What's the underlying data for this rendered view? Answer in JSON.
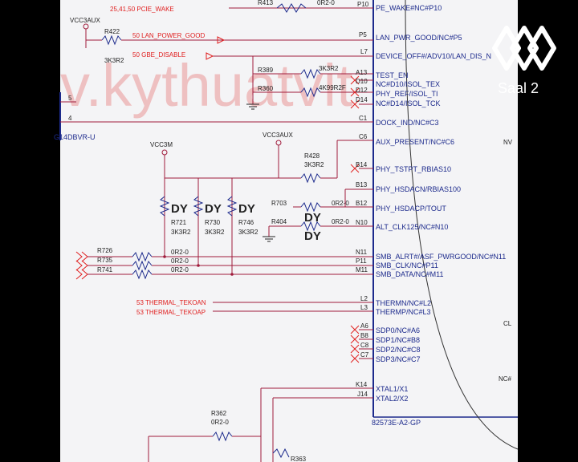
{
  "watermark": "v.kythuatvit",
  "channel": {
    "label": "Saal 2"
  },
  "colors": {
    "red_net": "#e02020",
    "pin": "#1c2a8c",
    "wire": "#a01c3c",
    "bg": "#f4f4f6"
  },
  "power": {
    "vcc3aux_1": "VCC3AUX",
    "vcc3aux_2": "VCC3AUX",
    "vcc3m": "VCC3M"
  },
  "left_part": {
    "ref": "G14DBVR-U",
    "pin5": "5",
    "pin4": "4"
  },
  "nets": {
    "pcie_wake": "25,41,50  PCIE_WAKE",
    "lan_power_good": "50  LAN_POWER_GOOD",
    "gbe_disable": "50  GBE_DISABLE",
    "thermal_tekoan": "53  THERMAL_TEKOAN",
    "thermal_tekoap": "53  THERMAL_TEKOAP"
  },
  "resistors": {
    "r413": {
      "ref": "R413",
      "val": "0R2-0"
    },
    "r422": {
      "ref": "R422",
      "val": "3K3R2"
    },
    "r389": {
      "ref": "R389",
      "val": "3K3R2"
    },
    "r360": {
      "ref": "R360",
      "val": "4K99R2F"
    },
    "r428": {
      "ref": "R428",
      "val": "3K3R2"
    },
    "r703": {
      "ref": "R703",
      "val": "0R2-0"
    },
    "r404": {
      "ref": "R404",
      "val": "0R2-0"
    },
    "r721": {
      "ref": "R721",
      "val": "3K3R2"
    },
    "r730": {
      "ref": "R730",
      "val": "3K3R2"
    },
    "r746": {
      "ref": "R746",
      "val": "3K3R2"
    },
    "r726": {
      "ref": "R726",
      "val": "0R2-0"
    },
    "r735": {
      "ref": "R735",
      "val": "0R2-0"
    },
    "r741": {
      "ref": "R741",
      "val": "0R2-0"
    },
    "r362": {
      "ref": "R362",
      "val": "0R2-0"
    },
    "r363": {
      "ref": "R363",
      "val": ""
    }
  },
  "dy_marks": [
    "DY",
    "DY",
    "DY",
    "DY",
    "DY"
  ],
  "pins": {
    "p10": {
      "num": "P10",
      "name": "PE_WAKE#NC#P10"
    },
    "p5": {
      "num": "P5",
      "name": "LAN_PWR_GOOD/NC#P5"
    },
    "l7": {
      "num": "L7",
      "name": "DEVICE_OFF#/ADV10/LAN_DIS_N"
    },
    "a13": {
      "num": "A13",
      "name": "TEST_EN"
    },
    "d10": {
      "num": "D10",
      "name": "NC#D10/ISOL_TEX"
    },
    "d12": {
      "num": "D12",
      "name": "PHY_REF/ISOL_TI"
    },
    "d14": {
      "num": "D14",
      "name": "NC#D14/ISOL_TCK"
    },
    "c1": {
      "num": "C1",
      "name": "DOCK_IND/NC#C3"
    },
    "c6": {
      "num": "C6",
      "name": "AUX_PRESENT/NC#C6"
    },
    "b14": {
      "num": "B14",
      "name": "PHY_TSTPT_RBIAS10"
    },
    "b13": {
      "num": "B13",
      "name": "PHY_HSDACN/RBIAS100"
    },
    "b12": {
      "num": "B12",
      "name": "PHY_HSDACP/TOUT"
    },
    "n10": {
      "num": "N10",
      "name": "ALT_CLK125/NC#N10"
    },
    "n11": {
      "num": "N11",
      "name": "SMB_ALRT#/ASF_PWRGOOD/NC#N11"
    },
    "p11": {
      "num": "P11",
      "name": "SMB_CLK/NC#P11"
    },
    "m11": {
      "num": "M11",
      "name": "SMB_DATA/NC#M11"
    },
    "l2": {
      "num": "L2",
      "name": "THERMN/NC#L2"
    },
    "l3": {
      "num": "L3",
      "name": "THERMP/NC#L3"
    },
    "a6": {
      "num": "A6",
      "name": "SDP0/NC#A6"
    },
    "b8": {
      "num": "B8",
      "name": "SDP1/NC#B8"
    },
    "c8": {
      "num": "C8",
      "name": "SDP2/NC#C8"
    },
    "c7": {
      "num": "C7",
      "name": "SDP3/NC#C7"
    },
    "k14": {
      "num": "K14",
      "name": "XTAL1/X1"
    },
    "j14": {
      "num": "J14",
      "name": "XTAL2/X2"
    }
  },
  "chip_ref": "82573E-A2-GP",
  "right_labels": {
    "nv": "NV",
    "cl": "CL",
    "nc": "NC#"
  }
}
